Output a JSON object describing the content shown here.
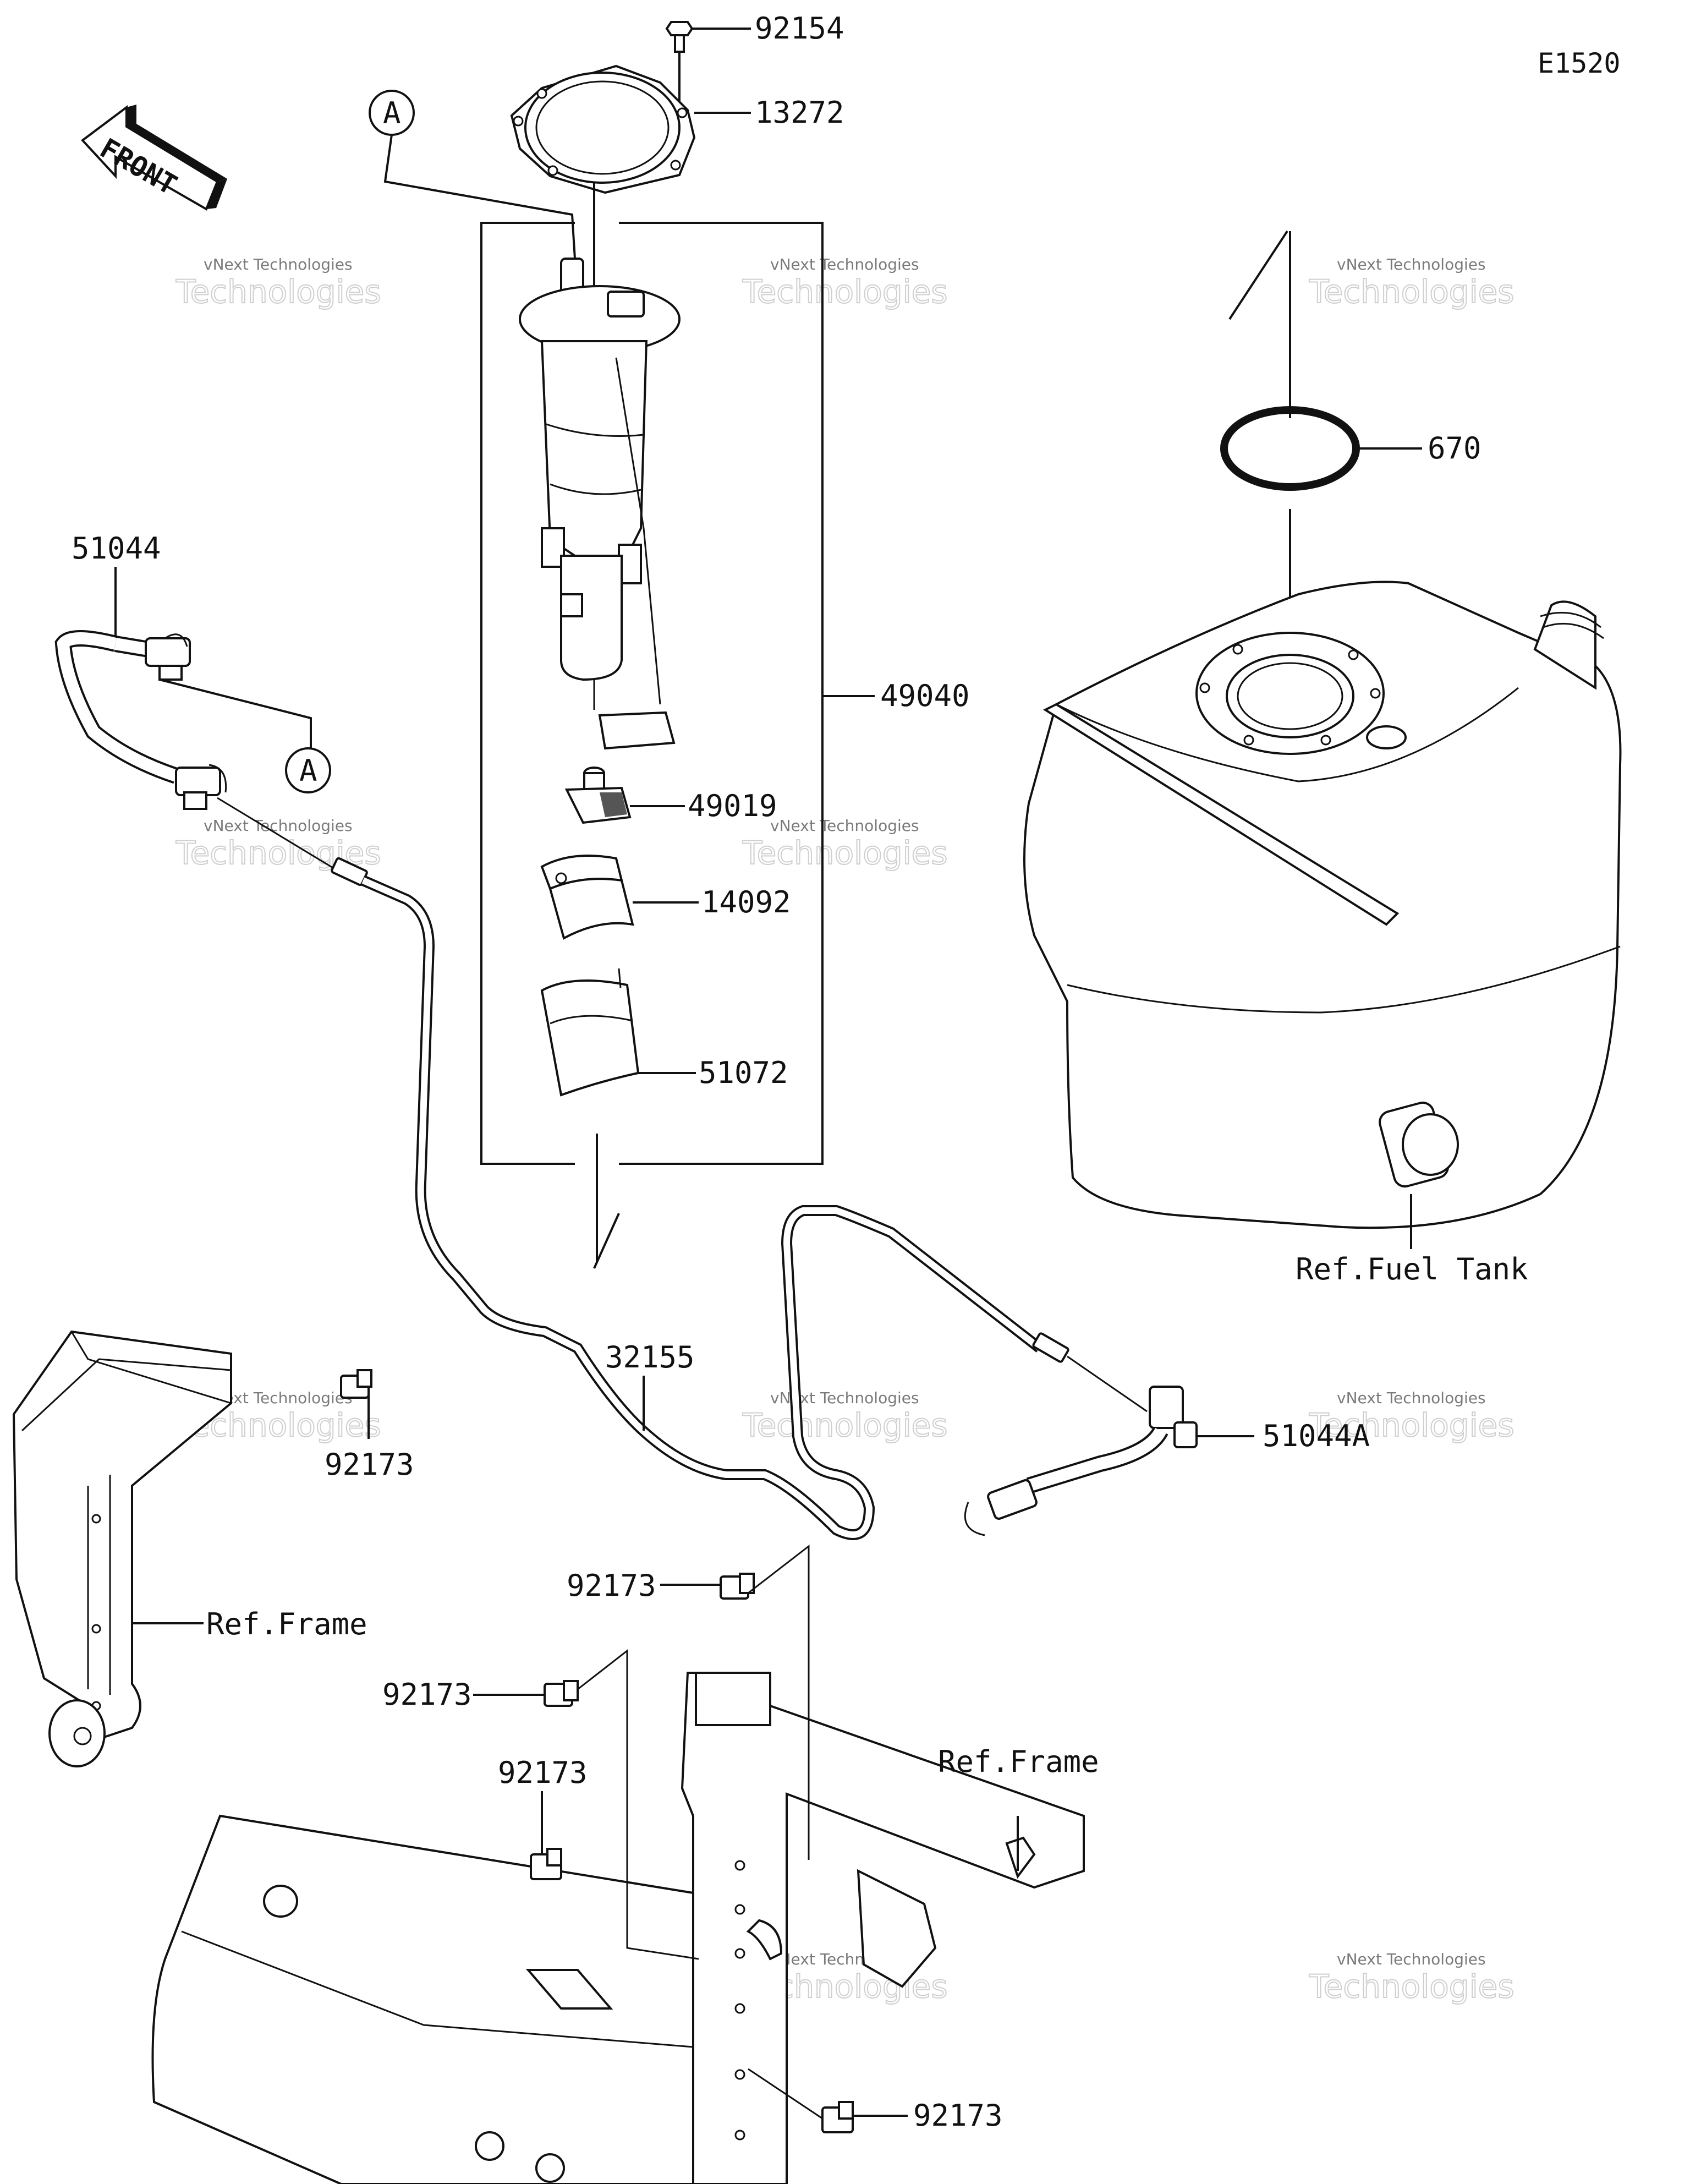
{
  "diagram_code": "E1520",
  "front_label": "FRONT",
  "callout_a": "A",
  "watermark": {
    "line1": "vNext Technologies",
    "line2": "Technologies"
  },
  "parts": {
    "p92154": "92154",
    "p13272": "13272",
    "p670": "670",
    "p51044": "51044",
    "p49040": "49040",
    "p49019": "49019",
    "p14092": "14092",
    "p51072": "51072",
    "p32155": "32155",
    "p51044a": "51044A",
    "p92173": "92173"
  },
  "refs": {
    "fuel_tank": "Ref.Fuel Tank",
    "frame": "Ref.Frame"
  }
}
